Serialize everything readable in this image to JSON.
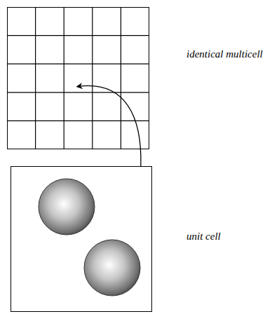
{
  "diagram": {
    "nodes": [
      {
        "text": [
          "identical multicell"
        ]
      },
      {
        "text": [
          "unit cell"
        ]
      }
    ],
    "edges": [
      {
        "from": 1,
        "to": 0,
        "arrow": "to"
      }
    ]
  }
}
